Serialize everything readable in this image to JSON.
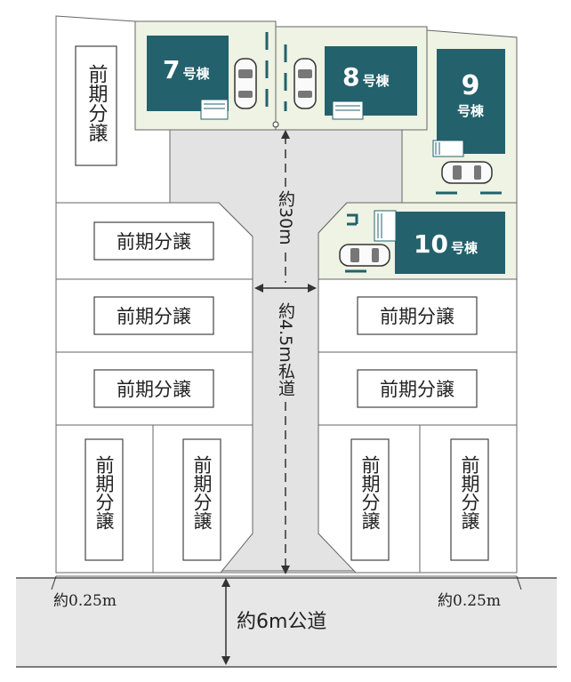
{
  "lots": {
    "prior_sale_label": "前期分譲",
    "building_suffix": "号棟",
    "building_7": "7",
    "building_8": "8",
    "building_9": "9",
    "building_10": "10"
  },
  "road": {
    "private_length": "約30m",
    "private_width": "約4.5m私道",
    "public_road": "約6m公道",
    "setback_left": "約0.25m",
    "setback_right": "約0.25m"
  },
  "colors": {
    "building": "#23616c",
    "new_lot": "#eef3e4",
    "road": "#e3e3e3",
    "public_road": "#e7e7e7",
    "line": "#666666"
  }
}
